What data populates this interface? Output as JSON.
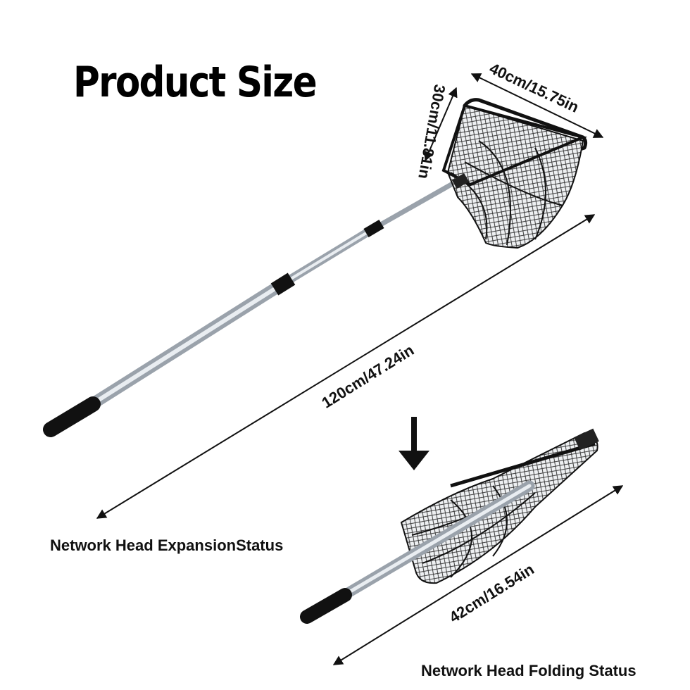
{
  "title": "Product Size",
  "dimensions": {
    "head_width": "40cm/15.75in",
    "head_depth": "30cm/11.81in",
    "total_length": "120cm/47.24in",
    "folded_length": "42cm/16.54in"
  },
  "captions": {
    "expanded": "Network Head ExpansionStatus",
    "folded": "Network Head Folding Status"
  },
  "colors": {
    "text": "#111111",
    "net": "#1a1a1a",
    "pole": "#c9ced4",
    "grip": "#111111"
  }
}
